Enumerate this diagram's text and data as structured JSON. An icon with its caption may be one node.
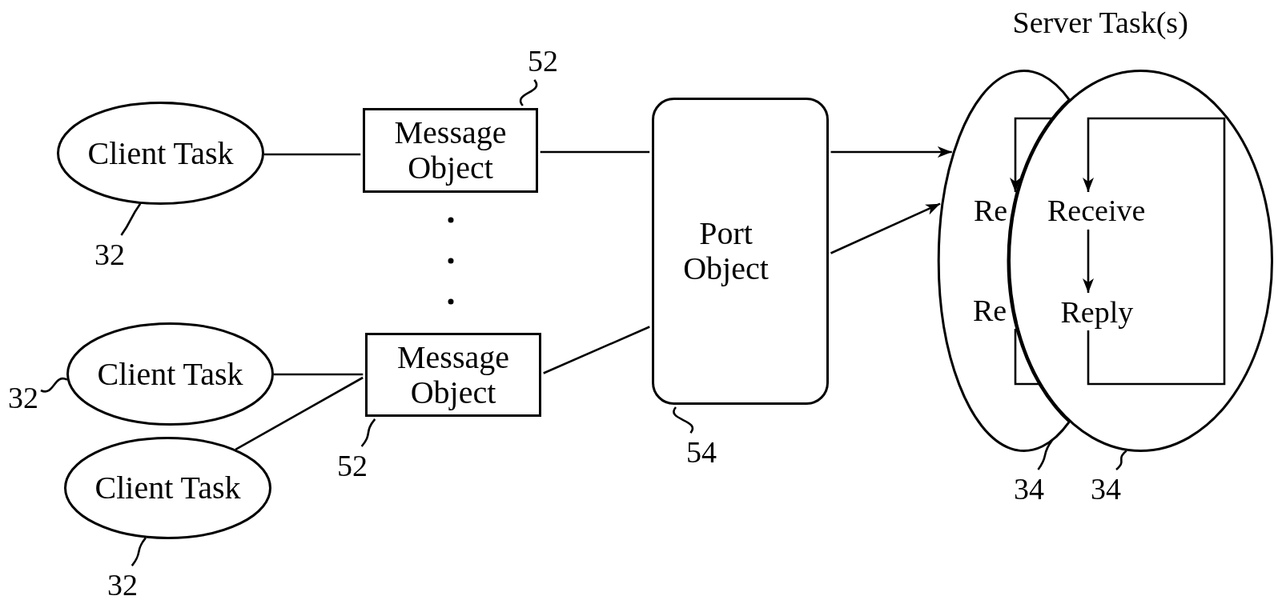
{
  "diagram": {
    "nodes": [
      {
        "text": [
          "Client Task"
        ]
      },
      {
        "text": [
          "32"
        ]
      },
      {
        "text": [
          "Message Object"
        ]
      },
      {
        "text": [
          "52"
        ]
      },
      {
        "text": [
          "Port Object"
        ]
      },
      {
        "text": [
          "54"
        ]
      },
      {
        "text": [
          "Client Task"
        ]
      },
      {
        "text": [
          "32"
        ]
      },
      {
        "text": [
          "Client Task"
        ]
      },
      {
        "text": [
          "32"
        ]
      },
      {
        "text": [
          "Message Object"
        ]
      },
      {
        "text": [
          "52"
        ]
      },
      {
        "text": [],
        "shape": "ellipse"
      },
      {
        "text": [
          "Re"
        ],
        "in": 12
      },
      {
        "text": [
          "Re"
        ],
        "in": 12
      },
      {
        "text": [],
        "shape": "ellipse"
      },
      {
        "text": [
          "Receive"
        ],
        "in": 15
      },
      {
        "text": [
          "Reply"
        ],
        "in": 15
      },
      {
        "text": [
          "34"
        ]
      },
      {
        "text": [
          "34"
        ]
      }
    ],
    "edges": [
      {
        "from": 0,
        "to": 2,
        "arrow": "none"
      },
      {
        "from": 2,
        "to": 4,
        "arrow": "none"
      },
      {
        "from": 4,
        "to": 12,
        "arrow": "to"
      },
      {
        "from": 4,
        "to": 12,
        "arrow": "to"
      },
      {
        "from": 6,
        "to": 10,
        "arrow": "none"
      },
      {
        "from": 8,
        "to": 10,
        "arrow": "none"
      },
      {
        "from": 10,
        "to": 4,
        "arrow": "none"
      },
      {
        "from": 14,
        "to": 13,
        "arrow": "to"
      },
      {
        "from": 16,
        "to": 17,
        "arrow": "to"
      },
      {
        "from": 17,
        "to": 16,
        "arrow": "to"
      },
      {
        "from": 1,
        "to": 0,
        "arrow": "none"
      },
      {
        "from": 3,
        "to": 2,
        "arrow": "none"
      },
      {
        "from": 5,
        "to": 4,
        "arrow": "none"
      },
      {
        "from": 7,
        "to": 6,
        "arrow": "none"
      },
      {
        "from": 9,
        "to": 8,
        "arrow": "none"
      },
      {
        "from": 11,
        "to": 10,
        "arrow": "none"
      },
      {
        "from": 18,
        "to": 12,
        "arrow": "none"
      },
      {
        "from": 19,
        "to": 15,
        "arrow": "none"
      }
    ],
    "labels": [
      "Server Task(s)"
    ]
  }
}
